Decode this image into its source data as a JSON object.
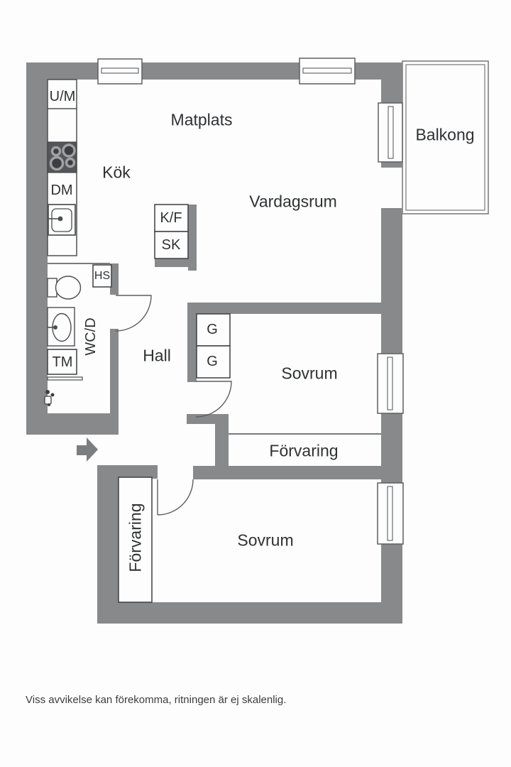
{
  "plan": {
    "rooms": {
      "dining": "Matplats",
      "kitchen": "Kök",
      "living": "Vardagsrum",
      "balcony": "Balkong",
      "hall": "Hall",
      "bedroom1": "Sovrum",
      "bedroom2": "Sovrum",
      "storage1": "Förvaring",
      "storage2": "Förvaring"
    },
    "fixtures": {
      "um": "U/M",
      "dm": "DM",
      "kf": "K/F",
      "sk": "SK",
      "hs": "HS",
      "tm": "TM",
      "wcd": "WC/D",
      "g1": "G",
      "g2": "G"
    },
    "icons": {
      "entry_arrow": "right-arrow"
    },
    "colors": {
      "wall": "#87898b",
      "thin_line": "#4c4e50",
      "window_line": "#5d5f61",
      "stove_fill": "#54565a",
      "text": "#2f3133",
      "background": "#fdfdfd"
    }
  },
  "footer": {
    "disclaimer": "Viss avvikelse kan förekomma, ritningen är ej skalenlig."
  }
}
